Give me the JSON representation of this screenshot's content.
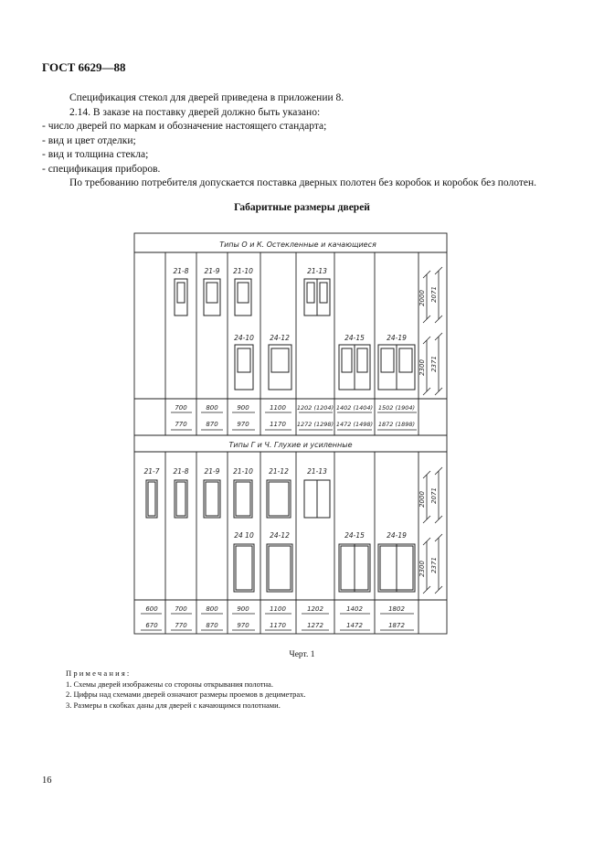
{
  "header": {
    "std_code": "ГОСТ 6629—88"
  },
  "paragraphs": [
    "Спецификация стекол для дверей приведена в приложении 8.",
    "2.14. В заказе на поставку дверей должно быть указано:",
    "- число дверей по маркам и обозначение настоящего стандарта;",
    "- вид и цвет отделки;",
    "- вид и толщина стекла;",
    "- спецификация приборов.",
    "По требованию потребителя допускается поставка дверных полотен без коробок и коробок без полотен."
  ],
  "section_title": "Габаритные размеры дверей",
  "drawing": {
    "top_band": {
      "heading": "Типы О и К. Остекленные и качающиеся",
      "row1_labels": [
        "21-8",
        "21-9",
        "21-10",
        "21-13"
      ],
      "row2_labels": [
        "24-10",
        "24-12",
        "24-15",
        "24-19"
      ],
      "dim_row1": [
        "2000",
        "2071"
      ],
      "dim_row2": [
        "2300",
        "2371"
      ],
      "widths_upper": [
        "700",
        "800",
        "900",
        "1100",
        "1202 (1204)",
        "1402 (1404)",
        "1502 (1904)"
      ],
      "widths_lower": [
        "770",
        "870",
        "970",
        "1170",
        "1272 (1298)",
        "1472 (1498)",
        "1872 (1898)"
      ]
    },
    "bottom_band": {
      "heading": "Типы Г и Ч. Глухие и усиленные",
      "row1_labels": [
        "21-7",
        "21-8",
        "21-9",
        "21-10",
        "21-12",
        "21-13"
      ],
      "row2_labels": [
        "24 10",
        "24-12",
        "24-15",
        "24-19"
      ],
      "dim_row1": [
        "2000",
        "2071"
      ],
      "dim_row2": [
        "2300",
        "2371"
      ],
      "widths_upper": [
        "600",
        "700",
        "800",
        "900",
        "1100",
        "1202",
        "1402",
        "1802"
      ],
      "widths_lower": [
        "670",
        "770",
        "870",
        "970",
        "1170",
        "1272",
        "1472",
        "1872"
      ]
    }
  },
  "caption": "Черт. 1",
  "notes": {
    "heading": "Примечания:",
    "items": [
      "1. Схемы дверей изображены со стороны открывания полотна.",
      "2. Цифры над схемами дверей означают размеры проемов в дециметрах.",
      "3. Размеры в скобках даны для дверей с качающимся полотнами."
    ]
  },
  "page_number": "16"
}
